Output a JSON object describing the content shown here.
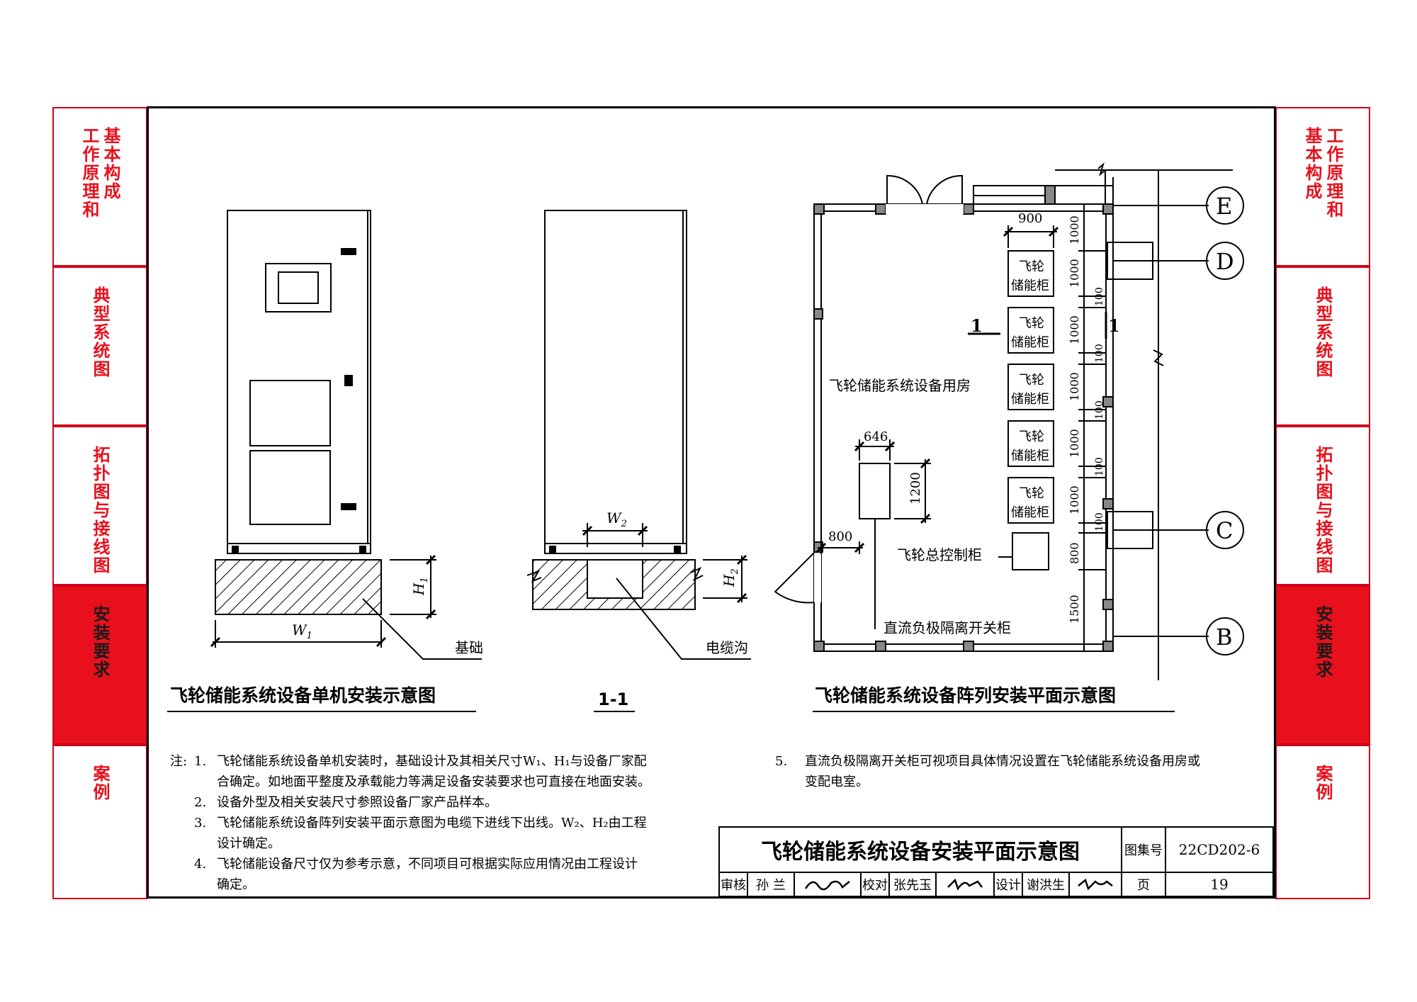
{
  "side_tabs": {
    "left": [
      {
        "lines": [
          "工作原理和",
          "基本构成"
        ]
      },
      {
        "lines": [
          "典型系统图"
        ]
      },
      {
        "lines": [
          "拓扑图与接线图"
        ]
      },
      {
        "lines": [
          "安装要求"
        ]
      },
      {
        "lines": [
          "案例"
        ]
      }
    ],
    "right": [
      {
        "lines": [
          "基本构成",
          "工作原理和"
        ]
      },
      {
        "lines": [
          "典型系统图"
        ]
      },
      {
        "lines": [
          "拓扑图与接线图"
        ]
      },
      {
        "lines": [
          "安装要求"
        ]
      },
      {
        "lines": [
          "案例"
        ]
      }
    ],
    "active_index": 3,
    "accent_color": "#e8101c"
  },
  "drawing": {
    "single_unit": {
      "caption": "飞轮储能系统设备单机安装示意图",
      "w1": "W",
      "w1_sub": "1",
      "h1": "H",
      "h1_sub": "1",
      "foundation_label": "基础"
    },
    "section": {
      "caption": "1-1",
      "w2": "W",
      "w2_sub": "2",
      "h2": "H",
      "h2_sub": "2",
      "trench_label": "电缆沟"
    },
    "plan": {
      "caption": "飞轮储能系统设备阵列安装平面示意图",
      "room_label": "飞轮储能系统设备用房",
      "cabinet_label_1": "飞轮",
      "cabinet_label_2": "储能柜",
      "master_cabinet": "飞轮总控制柜",
      "dc_cabinet": "直流负极隔离开关柜",
      "section_mark": "1",
      "dim_900": "900",
      "dim_1000": "1000",
      "dim_100": "100",
      "dim_646": "646",
      "dim_1200": "1200",
      "dim_800": "800",
      "dim_800v": "800",
      "dim_1500": "1500",
      "axes": [
        "E",
        "D",
        "C",
        "B"
      ]
    }
  },
  "notes": {
    "prefix": "注:",
    "items": [
      {
        "num": "1.",
        "lines": [
          "飞轮储能系统设备单机安装时，基础设计及其相关尺寸W₁、H₁与设备厂家配",
          "合确定。如地面平整度及承载能力等满足设备安装要求也可直接在地面安装。"
        ]
      },
      {
        "num": "2.",
        "lines": [
          "设备外型及相关安装尺寸参照设备厂家产品样本。"
        ]
      },
      {
        "num": "3.",
        "lines": [
          "飞轮储能系统设备阵列安装平面示意图为电缆下进线下出线。W₂、H₂由工程",
          "设计确定。"
        ]
      },
      {
        "num": "4.",
        "lines": [
          "飞轮储能设备尺寸仅为参考示意，不同项目可根据实际应用情况由工程设计",
          "确定。"
        ]
      },
      {
        "num": "5.",
        "lines": [
          "直流负极隔离开关柜可视项目具体情况设置在飞轮储能系统设备用房或",
          "变配电室。"
        ]
      }
    ]
  },
  "title_block": {
    "title": "飞轮储能系统设备安装平面示意图",
    "atlas_label": "图集号",
    "atlas_no": "22CD202-6",
    "review_label": "审核",
    "reviewer": "孙  兰",
    "check_label": "校对",
    "checker": "张先玉",
    "design_label": "设计",
    "designer": "谢洪生",
    "page_label": "页",
    "page_no": "19"
  }
}
